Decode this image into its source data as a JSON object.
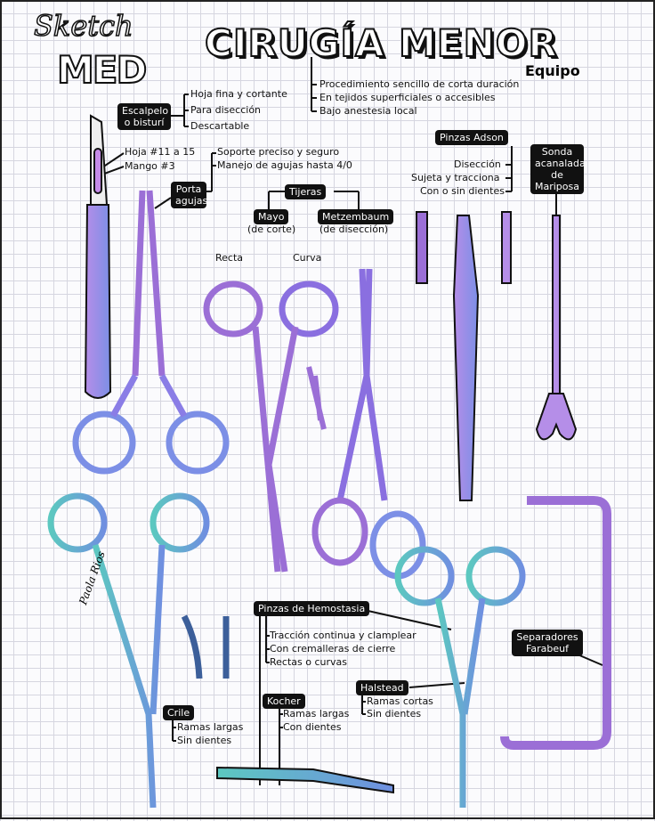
{
  "logo": {
    "line1": "Sketch",
    "line2": "MED"
  },
  "header": {
    "title": "CIRUGÍA MENOR",
    "subtitle": "Equipo",
    "points": [
      "Procedimiento sencillo de corta duración",
      "En tejidos superficiales o accesibles",
      "Bajo anestesia local"
    ]
  },
  "escalpelo": {
    "label": "Escalpelo o bisturí",
    "points": [
      "Hoja fina y cortante",
      "Para disección",
      "Descartable"
    ],
    "parts": [
      "Hoja #11 a 15",
      "Mango #3"
    ]
  },
  "porta_agujas": {
    "label": "Porta agujas",
    "points": [
      "Soporte preciso y seguro",
      "Manejo de agujas hasta 4/0"
    ]
  },
  "tijeras": {
    "label": "Tijeras",
    "mayo": "Mayo",
    "mayo_sub": "(de corte)",
    "metzembaum": "Metzembaum",
    "metzembaum_sub": "(de disección)",
    "recta": "Recta",
    "curva": "Curva"
  },
  "adson": {
    "label": "Pinzas Adson",
    "points": [
      "Disección",
      "Sujeta y tracciona",
      "Con o sin dientes"
    ]
  },
  "sonda": {
    "label": "Sonda acanalada de Mariposa"
  },
  "hemostasia": {
    "label": "Pinzas de Hemostasia",
    "points": [
      "Tracción continua y clamplear",
      "Con cremalleras de cierre",
      "Rectas o curvas"
    ]
  },
  "crile": {
    "label": "Crile",
    "points": [
      "Ramas largas",
      "Sin dientes"
    ]
  },
  "kocher": {
    "label": "Kocher",
    "points": [
      "Ramas largas",
      "Con dientes"
    ]
  },
  "halstead": {
    "label": "Halstead",
    "points": [
      "Ramas cortas",
      "Sin dientes"
    ]
  },
  "farabeuf": {
    "label": "Separadores Farabeuf"
  },
  "signature": "Paola Rios",
  "colors": {
    "purple": "#9b6fd6",
    "blue": "#6f8fe0",
    "teal": "#5cc8c0",
    "ink": "#111111"
  }
}
